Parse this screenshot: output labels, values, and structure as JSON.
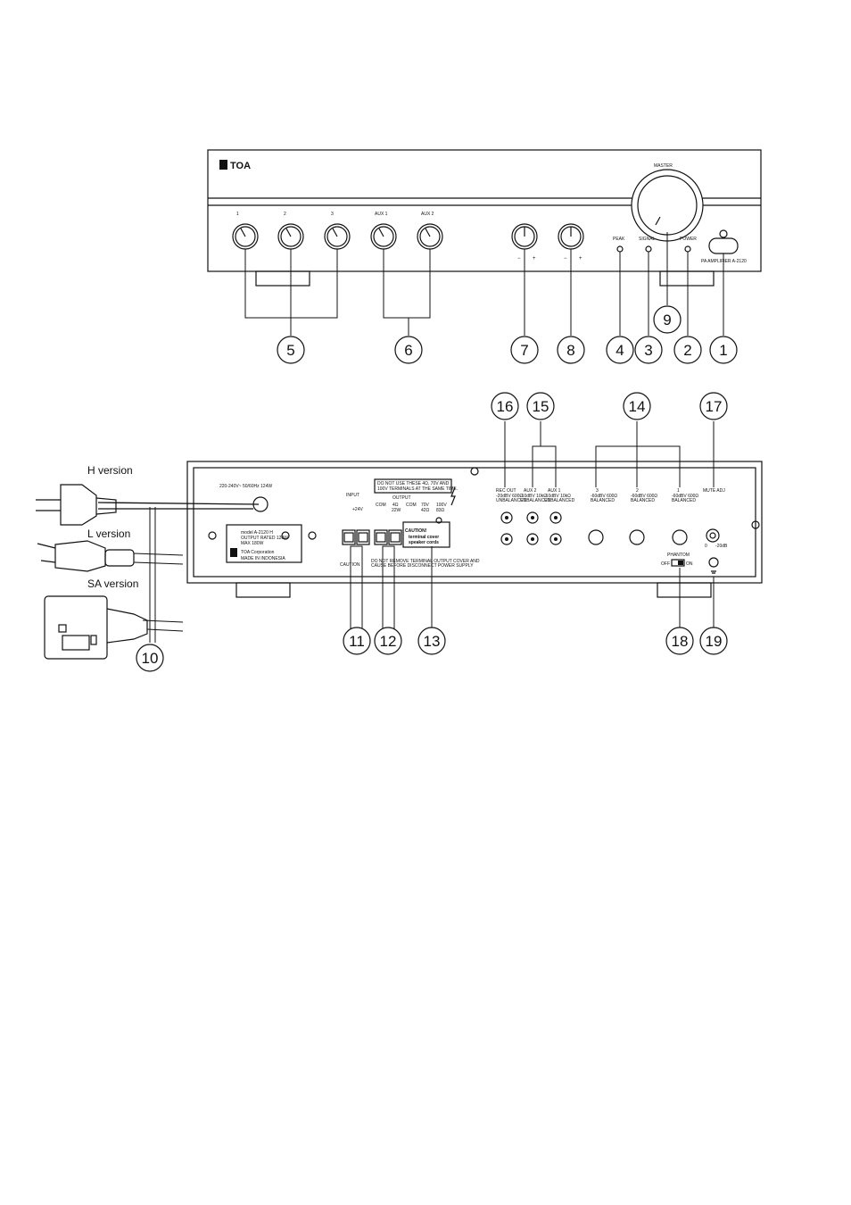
{
  "front_panel": {
    "brand": "TOA",
    "master_label": "MASTER",
    "knob_labels": [
      "1",
      "2",
      "3",
      "AUX 1",
      "AUX 2"
    ],
    "indicator_labels": [
      "PEAK",
      "SIGNAL",
      "POWER"
    ],
    "model_label": "PA AMPLIFIER A-2120"
  },
  "rear_panel": {
    "power_rating": "220-240V~ 50/60Hz 124W",
    "warning_box": [
      "DO NOT USE THESE 4Ω, 70V AND",
      "100V TERMINALS AT THE SAME TIME."
    ],
    "input_label": "INPUT",
    "input_voltage": "+24V",
    "output_label": "OUTPUT",
    "output_terminals": [
      "COM",
      "4Ω",
      "COM",
      "70V",
      "100V"
    ],
    "output_sub": [
      "22W",
      "42Ω",
      "83Ω"
    ],
    "caution_box": [
      "CAUTION!",
      "terminal cover",
      "speaker cords"
    ],
    "caution_label": "CAUTION",
    "caution_text": [
      "DO NOT REMOVE TERMINAL OUTPUT COVER AND",
      "CAUSE BEFORE DISCONNECT POWER SUPPLY"
    ],
    "model_plate": [
      "model A-2120 H",
      "OUTPUT RATED 120W",
      "MAX 180W"
    ],
    "corp_lines": [
      "TOA Corporation",
      "MADE IN INDONESIA"
    ],
    "jack_labels": [
      "REC OUT",
      "AUX 2",
      "AUX 1",
      "3",
      "2",
      "1",
      "MUTE ADJ"
    ],
    "jack_sub": [
      [
        "-20dBV 600Ω",
        "UNBALANCED"
      ],
      [
        "-10dBV 10kΩ",
        "UNBALANCED"
      ],
      [
        "-10dBV 10kΩ",
        "UNBALANCED"
      ],
      [
        "-60dBV 600Ω",
        "BALANCED"
      ],
      [
        "-60dBV 600Ω",
        "BALANCED"
      ],
      [
        "-60dBV 600Ω",
        "BALANCED"
      ]
    ],
    "phantom_label": "PHANTOM",
    "phantom_off": "OFF",
    "phantom_on": "ON",
    "mute_scale": [
      "0",
      "-20dB"
    ]
  },
  "plug_versions": [
    "H version",
    "L version",
    "SA version"
  ],
  "callouts_front": [
    "1",
    "2",
    "3",
    "4",
    "5",
    "6",
    "7",
    "8",
    "9"
  ],
  "callouts_rear": [
    "10",
    "11",
    "12",
    "13",
    "14",
    "15",
    "16",
    "17",
    "18",
    "19"
  ]
}
